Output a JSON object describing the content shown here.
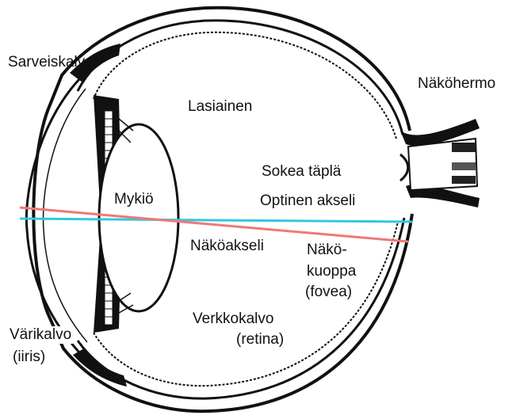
{
  "labels": {
    "sarveiskalvo": "Sarveiskalvo",
    "nakohermo": "Näköhermo",
    "lasiainen": "Lasiainen",
    "sokea_tapla": "Sokea täplä",
    "optinen_akseli": "Optinen akseli",
    "mykio": "Mykiö",
    "nakoakseli": "Näköakseli",
    "nakokuoppa_line1": "Näkö-",
    "nakokuoppa_line2": "kuoppa",
    "nakokuoppa_line3": "(fovea)",
    "verkkokalvo": "Verkkokalvo",
    "retina": "(retina)",
    "varikalvo": "Värikalvo",
    "iiris": "(iiris)"
  },
  "colors": {
    "ink": "#111111",
    "optical_axis": "#30c8e0",
    "visual_axis": "#f07878"
  }
}
